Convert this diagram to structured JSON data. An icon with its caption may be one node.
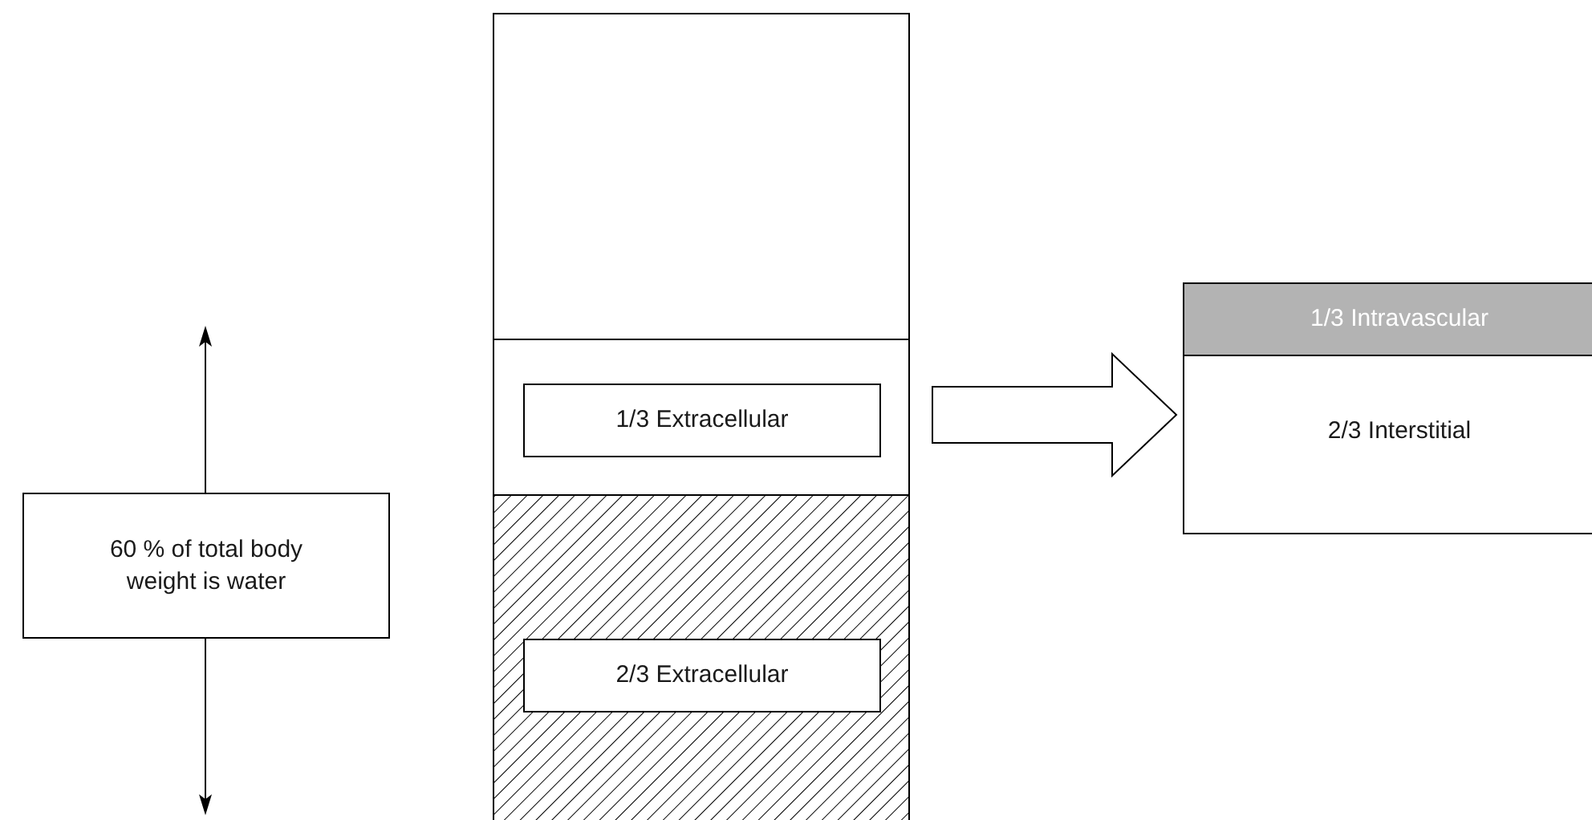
{
  "diagram": {
    "nodes": [
      {
        "text": [],
        "shape": "box"
      },
      {
        "text": [],
        "shape": "band",
        "in": 0
      },
      {
        "text": [
          "1/3 Extracellular"
        ],
        "in": 1
      },
      {
        "text": [],
        "shape": "band",
        "in": 0
      },
      {
        "text": [
          "2/3 Extracellular"
        ],
        "in": 3
      },
      {
        "text": [],
        "shape": "box"
      },
      {
        "text": [
          "1/3 Intravascular"
        ],
        "in": 5
      },
      {
        "text": [
          "2/3 Interstitial"
        ],
        "in": 5
      },
      {
        "text": [
          "60 % of total body weight is water"
        ]
      }
    ],
    "edges": [
      {
        "from": 1,
        "to": 5,
        "arrow": "to",
        "style": "thick"
      }
    ]
  }
}
